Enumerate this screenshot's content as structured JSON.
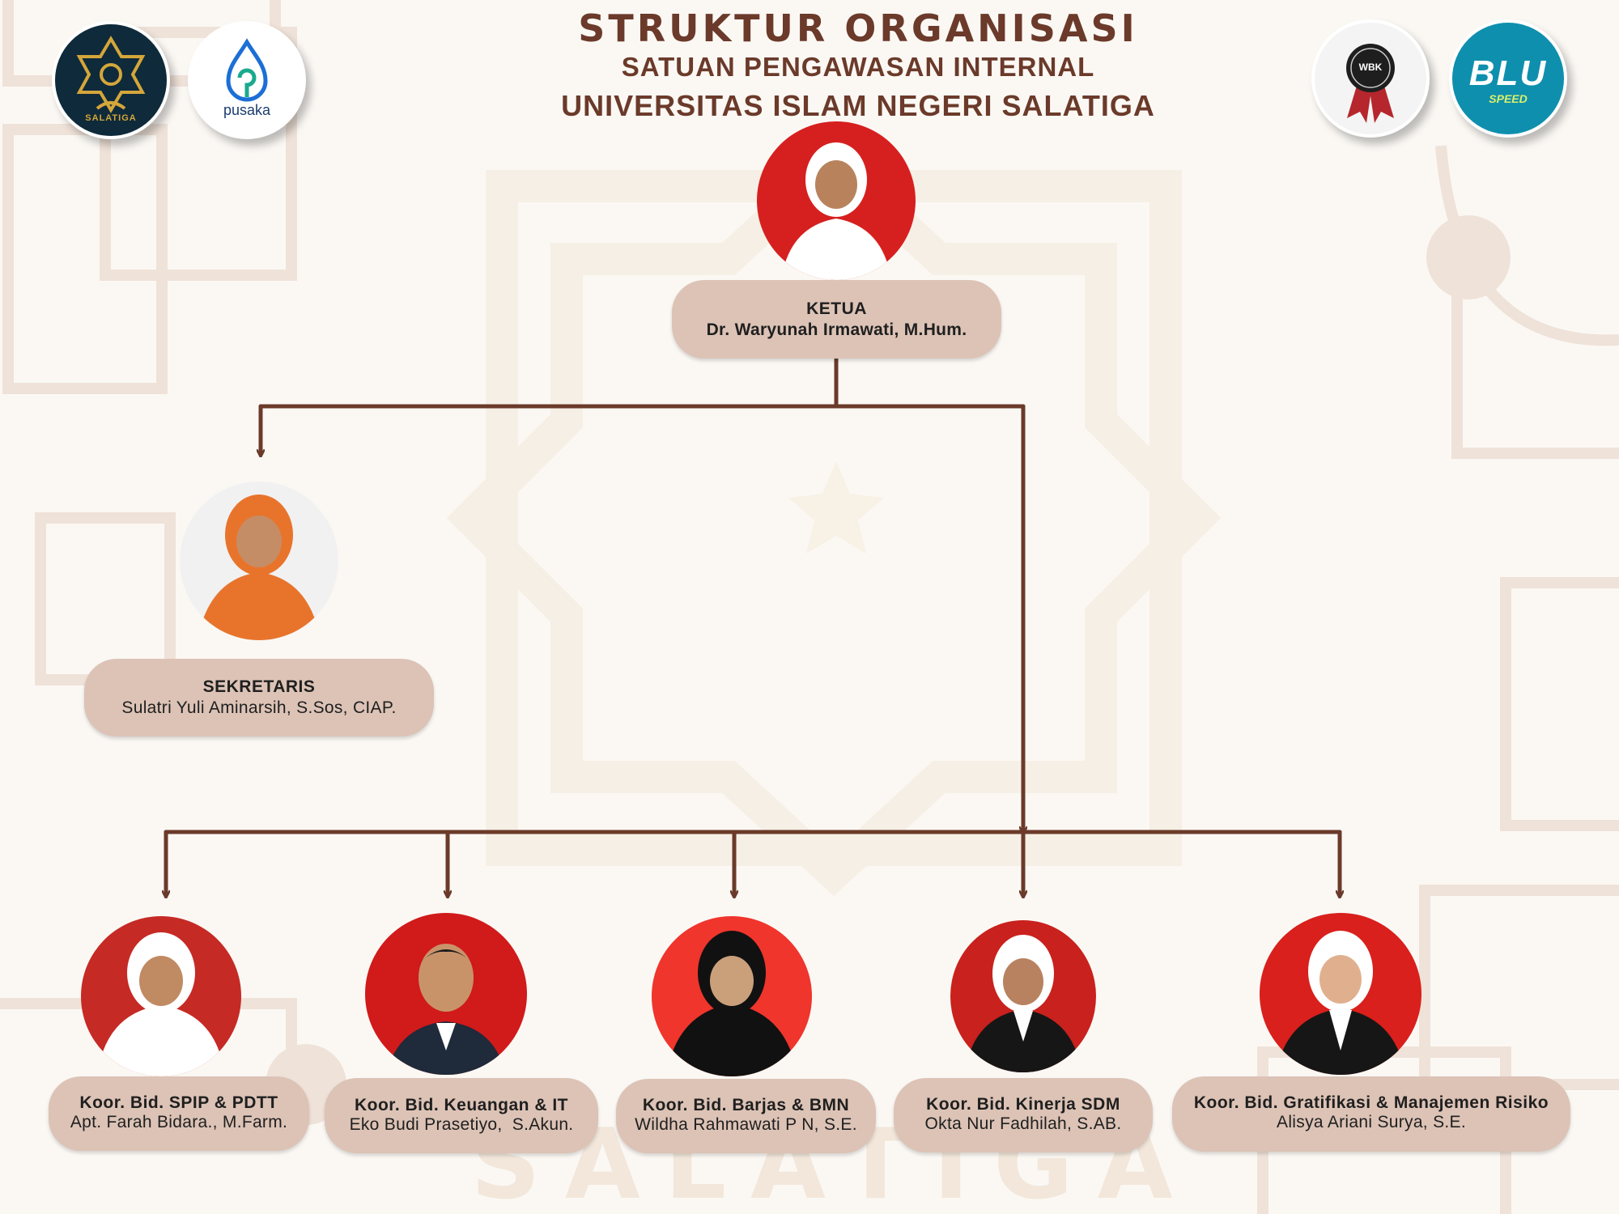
{
  "header": {
    "title": "STRUKTUR ORGANISASI",
    "subtitle": "SATUAN PENGAWASAN INTERNAL",
    "institution": "UNIVERSITAS ISLAM NEGERI SALATIGA"
  },
  "logos": {
    "uin": "SALATIGA",
    "pusaka": "pusaka",
    "wbk": "WBK",
    "blu": "BLU",
    "blu_sub": "SPEED"
  },
  "colors": {
    "brown": "#6b3a2a",
    "box": "#dcc3b6",
    "photo_red": "#d6201f"
  },
  "org": {
    "chair": {
      "role": "KETUA",
      "name": "Dr. Waryunah Irmawati, M.Hum."
    },
    "secretary": {
      "role": "SEKRETARIS",
      "name": "Sulatri Yuli Aminarsih, S.Sos, CIAP."
    },
    "coordinators": [
      {
        "role": "Koor. Bid. SPIP & PDTT",
        "name": "Apt. Farah Bidara., M.Farm."
      },
      {
        "role": "Koor. Bid. Keuangan & IT",
        "name": "Eko Budi Prasetiyo,  S.Akun."
      },
      {
        "role": "Koor. Bid. Barjas & BMN",
        "name": "Wildha Rahmawati P N, S.E."
      },
      {
        "role": "Koor. Bid. Kinerja SDM",
        "name": "Okta Nur Fadhilah, S.AB."
      },
      {
        "role": "Koor. Bid. Gratifikasi & Manajemen Risiko",
        "name": "Alisya Ariani Surya, S.E."
      }
    ]
  }
}
